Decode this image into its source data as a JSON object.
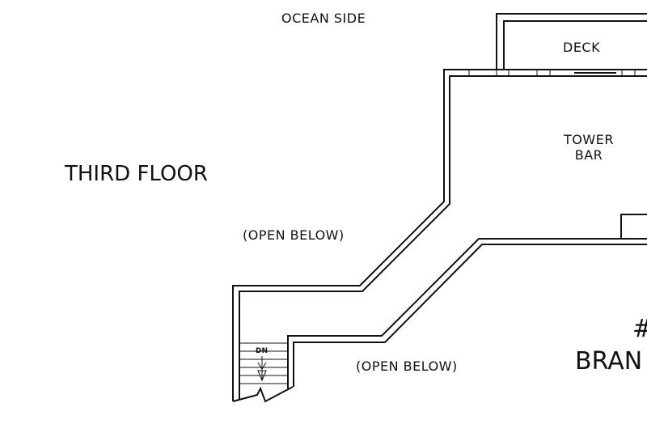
{
  "labels": {
    "ocean_side": "OCEAN SIDE",
    "deck": "DECK",
    "tower_line1": "TOWER",
    "tower_line2": "BAR",
    "floor_title": "THIRD FLOOR",
    "open_below_upper": "(OPEN BELOW)",
    "open_below_lower": "(OPEN BELOW)",
    "stair_dn": "DN",
    "hash_mark": "#",
    "bran_fragment": "BRAN"
  },
  "colors": {
    "line": "#111111",
    "background": "#ffffff"
  }
}
